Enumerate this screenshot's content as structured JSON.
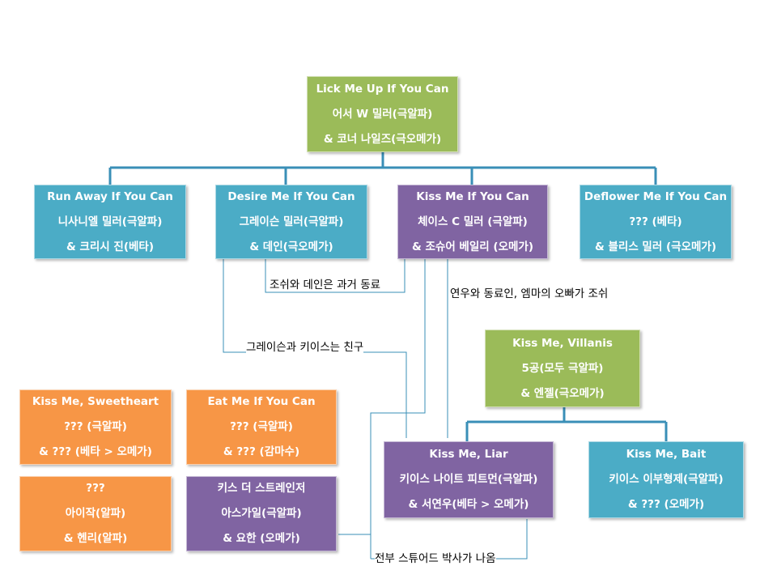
{
  "colors": {
    "green": "#9bbb59",
    "blue": "#4bacc6",
    "purple": "#8064a2",
    "orange": "#f79646",
    "connector": "#3a8fb7"
  },
  "boxes": {
    "lick_me_up": {
      "title": "Lick Me Up If  You Can",
      "line2": "어서 W 밀러(극알파)",
      "line3": "& 코너 나일즈(극오메가)"
    },
    "run_away": {
      "title": "Run Away If  You Can",
      "line2": "니사니엘 밀러(극알파)",
      "line3": "& 크리시 진(베타)"
    },
    "desire_me": {
      "title": "Desire Me If  You Can",
      "line2": "그레이슨 밀러(극알파)",
      "line3": "& 데인(극오메가)"
    },
    "kiss_me": {
      "title": "Kiss Me  If  You Can",
      "line2": "체이스 C 밀러 (극알파)",
      "line3": "& 조슈어 베일리 (오메가)"
    },
    "deflower_me": {
      "title": "Deflower Me If  You Can",
      "line2": "??? (베타)",
      "line3": "& 블리스 밀러 (극오메가)"
    },
    "kiss_me_villanis": {
      "title": "Kiss Me, Villanis",
      "line2": "5공(모두 극알파)",
      "line3": "& 엔젤(극오메가)"
    },
    "kiss_me_sweetheart": {
      "title": "Kiss Me, Sweetheart",
      "line2": "??? (극알파)",
      "line3": "& ??? (베타 > 오메가)"
    },
    "eat_me": {
      "title": "Eat Me If You Can",
      "line2": "??? (극알파)",
      "line3": "& ??? (감마수)"
    },
    "kiss_me_liar": {
      "title": "Kiss Me, Liar",
      "line2": "키이스 나이트 피트먼(극알파)",
      "line3": "& 서연우(베타 > 오메가)"
    },
    "kiss_me_bait": {
      "title": "Kiss Me, Bait",
      "line2": "키이스 이부형제(극알파)",
      "line3": "& ??? (오메가)"
    },
    "unknown": {
      "title": "???",
      "line2": "아이작(알파)",
      "line3": "& 헨리(알파)"
    },
    "kiss_the_stranger": {
      "title": "키스 더 스트레인저",
      "line2": "아스가일(극알파)",
      "line3": "& 요한 (오메가)"
    }
  },
  "notes": {
    "chase_dane": "조쉬와 데인은 과거 동료",
    "yeonwoo_emma": "연우와 동료인, 엠마의 오빠가 조쉬",
    "grayson_keith": "그레이슨과 키이스는 친구",
    "dr_steward": "전부 스튜어드 박사가 나옴"
  }
}
